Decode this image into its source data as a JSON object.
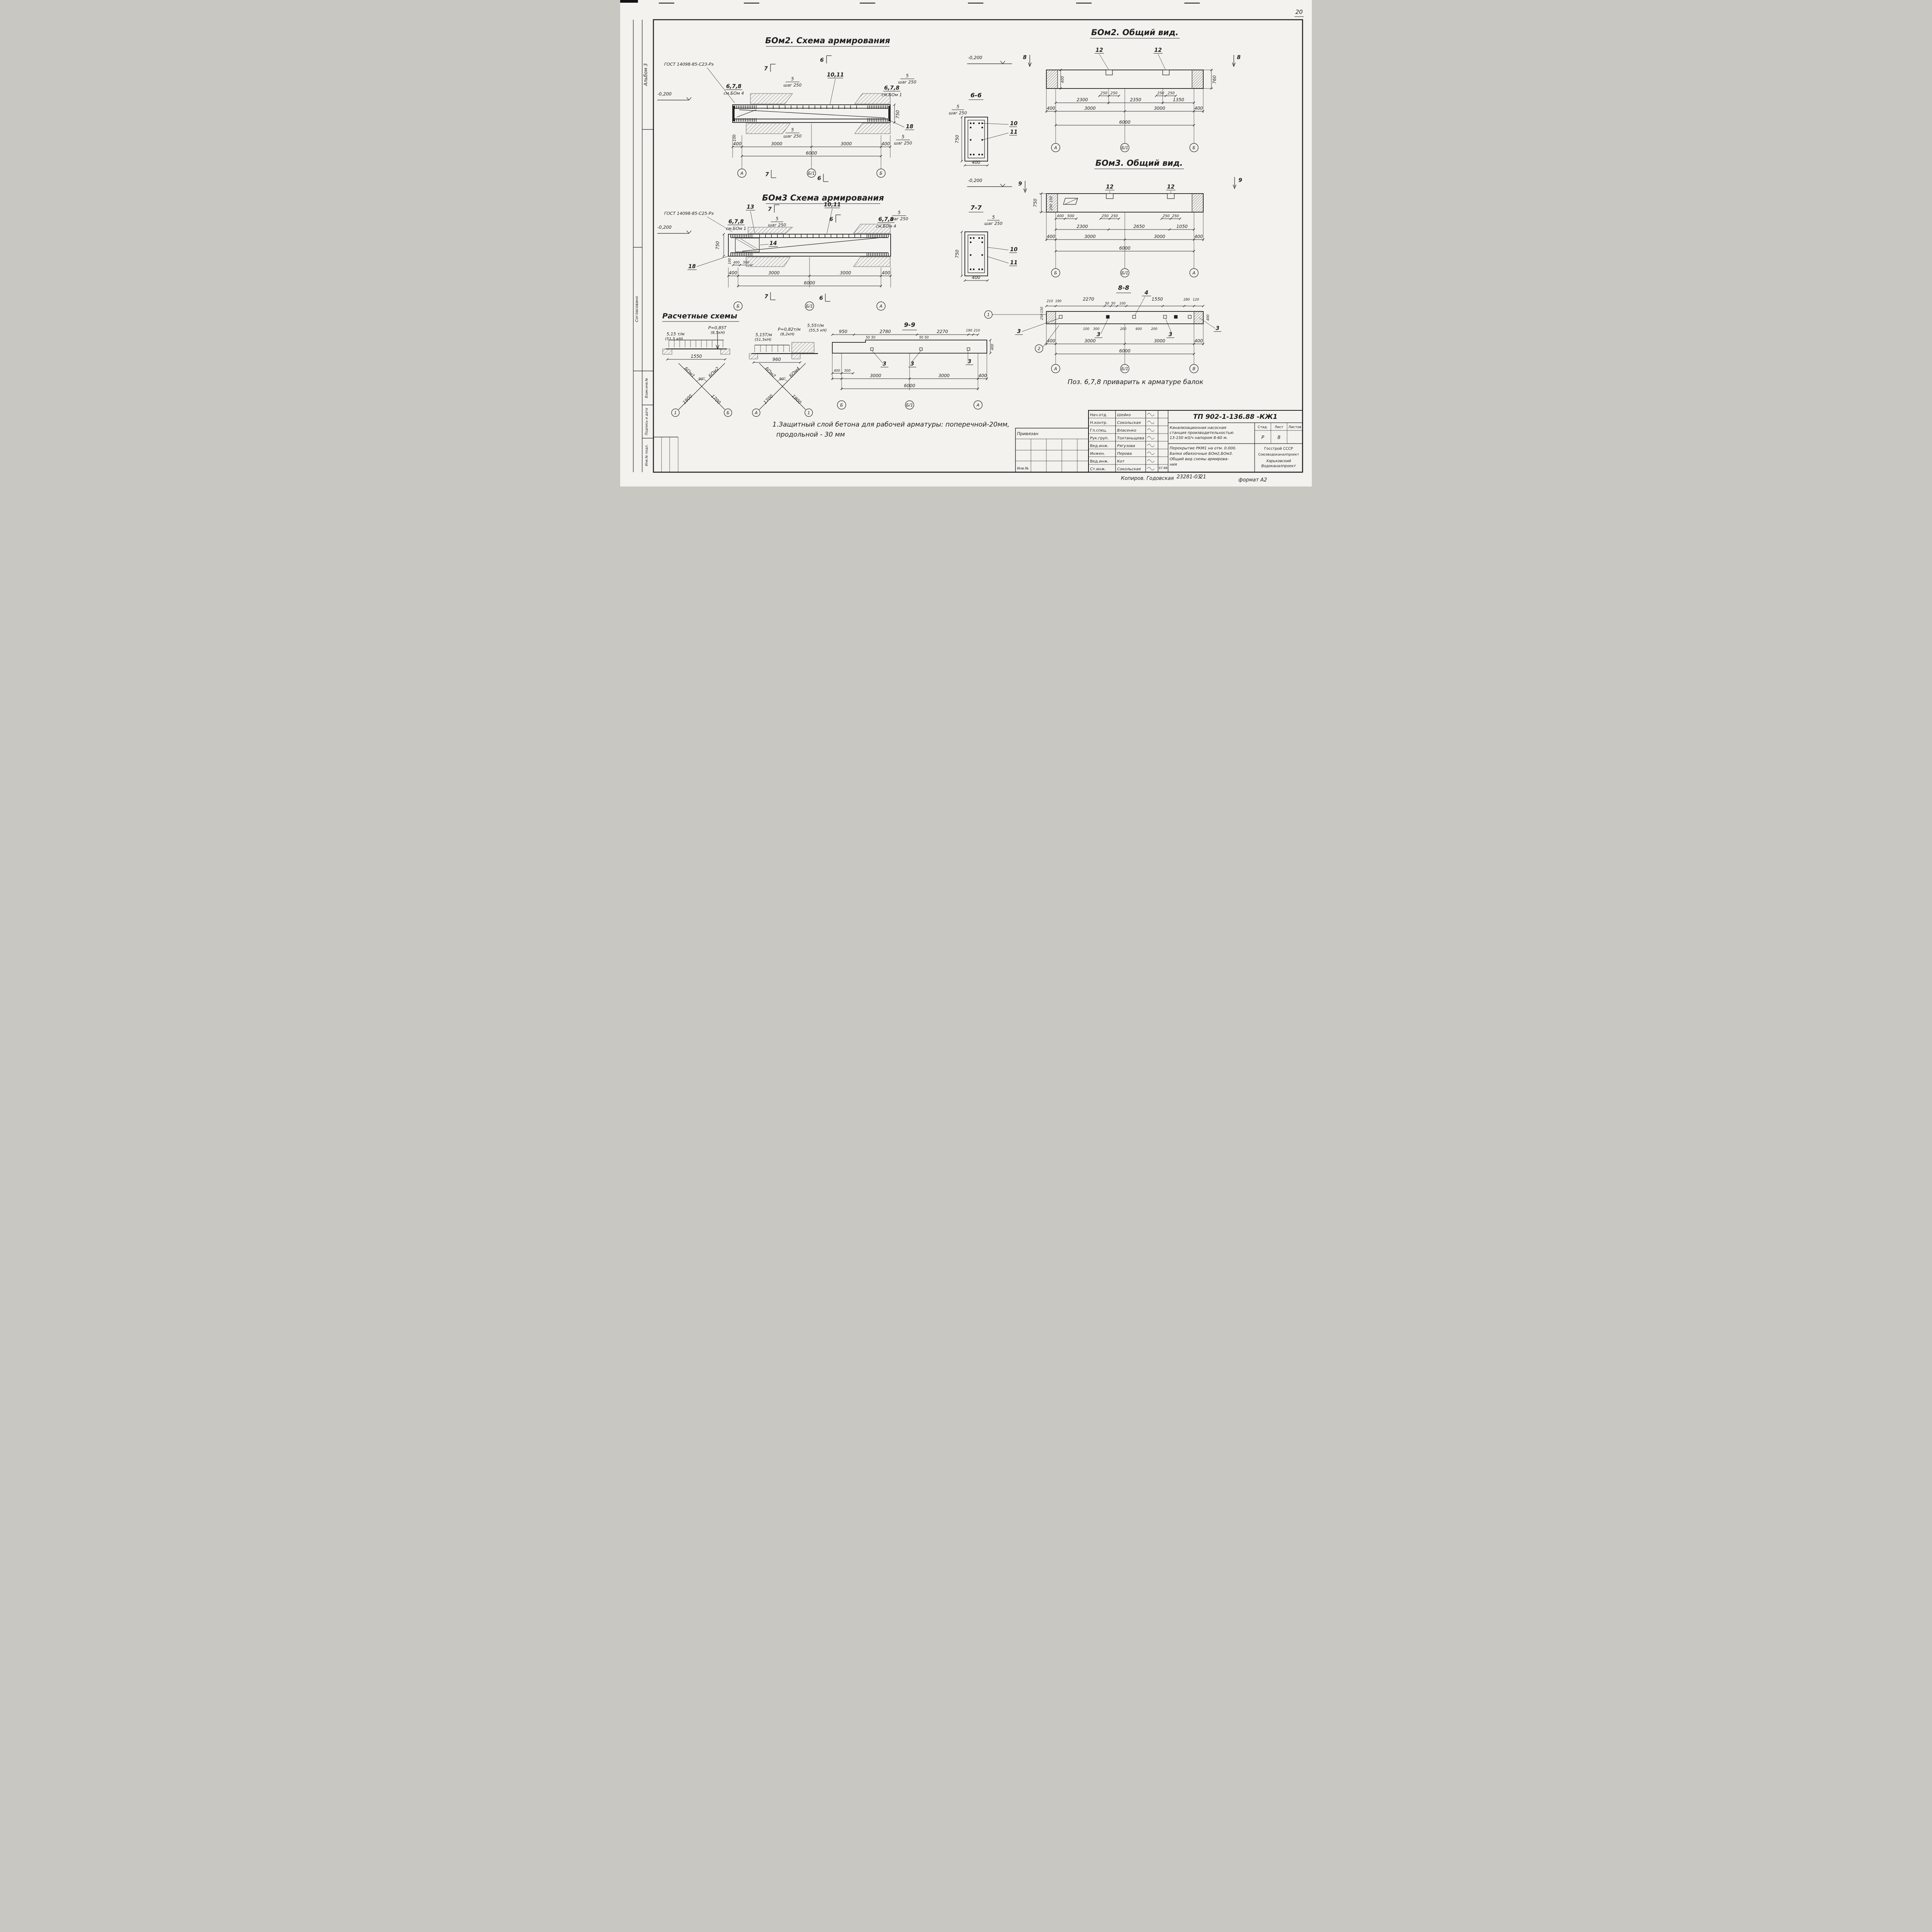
{
  "sheet": {
    "page_number": "20",
    "format_note": "формат А2",
    "copy_label": "Копиров. Годовская",
    "copy_number": "23281-03",
    "copy_sheet": "21",
    "side": {
      "album": "Альбом 3",
      "soglasovano": "Согласовано",
      "vzam": "Взам.инв.№",
      "podpis": "Подпись и дата",
      "inv_podl": "Инв.№ подл."
    }
  },
  "titles": {
    "bom2s": "БОм2. Схема армирования",
    "bom2v": "БОм2. Общий вид.",
    "bom3s": "БОм3 Схема армирования",
    "bom3v": "БОм3. Общий вид.",
    "s66": "6-6",
    "s77": "7-7",
    "s88": "8-8",
    "s99": "9-9",
    "calc": "Расчетные схемы"
  },
  "refs": {
    "gost23": "ГОСТ 14098-85-С23-Рэ",
    "gost25": "ГОСТ 14098-85-С25-Рэ",
    "sm_bom1": "см.БОм 1",
    "sm_bom4": "см.БОм 4"
  },
  "pos": {
    "p3": "3",
    "p4": "4",
    "p6": "6",
    "p7": "7",
    "p8": "8",
    "p9": "9",
    "p10": "10",
    "p11": "11",
    "p1011": "10,11",
    "p12": "12",
    "p13": "13",
    "p14": "14",
    "p18": "18",
    "p678": "6,7,8"
  },
  "axes": {
    "a": "А",
    "b": "Б",
    "b1": "Б/1",
    "v": "В",
    "n1": "1",
    "n2": "2"
  },
  "dims": {
    "level": "-0,200",
    "step5": "5",
    "step250": "шаг 250",
    "d50": "50",
    "d100": "100",
    "d120": "120",
    "d150": "150",
    "d190": "190",
    "d200": "200",
    "d210": "210",
    "d250": "250",
    "d280": "280",
    "d300": "300",
    "d400": "400",
    "d500": "500",
    "d600": "600",
    "d750": "750",
    "d760": "760",
    "d950": "950",
    "d1050": "1050",
    "d1350": "1350",
    "d1550": "1550",
    "d1700": "1700",
    "d1900": "1900",
    "d2270": "2270",
    "d2300": "2300",
    "d2350": "2350",
    "d2650": "2650",
    "d2780": "2780",
    "d3000": "3000",
    "d6000": "6000"
  },
  "beams": {
    "bom1": "БОм1",
    "bom2": "БОм2",
    "bom4": "БОм4",
    "deg90": "90°"
  },
  "calc": {
    "d1_q": "5,15 т/м",
    "d1_qk": "(51,5 кН)",
    "d1_p": "Р=0,85Т",
    "d1_pk": "(8,5кН)",
    "d1_span": "1550",
    "d2_q": "5,15Т/м",
    "d2_qk": "(51,5кН)",
    "d2_p": "Р=0,82т/м",
    "d2_pk": "(8,2кН)",
    "d2_q2": "5,55т/м",
    "d2_q2k": "(55,5 кН)",
    "d2_span": "960"
  },
  "notes": {
    "weld": "Поз. 6,7,8 приварить к арматуре балок",
    "n1a": "1.Защитный слой бетона для рабочей арматуры: поперечной-20мм,",
    "n1b": "продольной - 30 мм"
  },
  "tb": {
    "doc": "ТП 902-1-136.88  -КЖ1",
    "rows": [
      {
        "r": "Нач.отд.",
        "n": "Шейко"
      },
      {
        "r": "Н.контр.",
        "n": "Сокольская"
      },
      {
        "r": "Гл.спец.",
        "n": "Власенко"
      },
      {
        "r": "Рук.груп.",
        "n": "Тохтаньщева"
      },
      {
        "r": "Вед.инж.",
        "n": "Рягузова"
      },
      {
        "r": "Инжен.",
        "n": "Перова"
      },
      {
        "r": "Вед.инж.",
        "n": "Кот"
      },
      {
        "r": "Ст.инж.",
        "n": "Сокольская"
      }
    ],
    "date": "07.88",
    "project1": "Канализационная насосная",
    "project2": "станция производительностью",
    "project3": "13-150 м3/ч напором 8-60 м.",
    "stage_h": "Стад.",
    "sheet_h": "Лист",
    "sheets_h": "Листов",
    "stage": "Р",
    "sheet": "8",
    "content1": "Перекрытие РКМ1 на отм. 0.000.",
    "content2": "Балки обвязочные БОм2,БОм3.",
    "content3": "Общий вид схемы армирова-",
    "content4": "ния",
    "org1": "Госстрой СССР",
    "org2": "Союзводоканалпроект",
    "org3": "Харьковский",
    "org4": "Водоканалпроект",
    "attached": "Привязан",
    "inv": "Инв.№"
  }
}
